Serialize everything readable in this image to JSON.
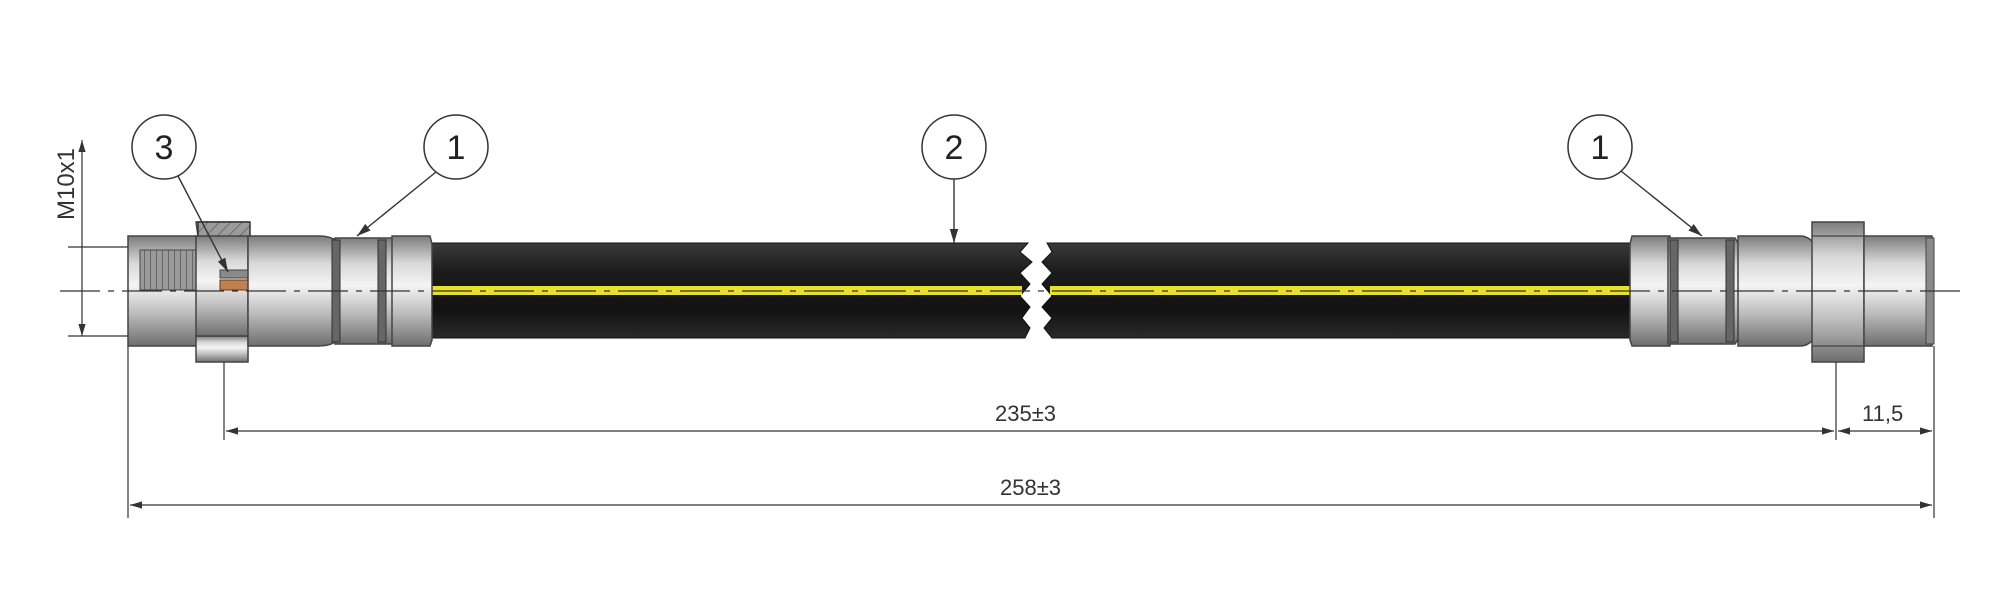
{
  "callouts": [
    {
      "number": "3",
      "target": "sealing-ring"
    },
    {
      "number": "1",
      "target": "left-crimp-ferrule"
    },
    {
      "number": "2",
      "target": "brake-hose"
    },
    {
      "number": "1",
      "target": "right-crimp-ferrule"
    }
  ],
  "dimensions": {
    "thread": "M10x1",
    "length_inner": "235±3",
    "length_end": "11,5",
    "length_total": "258±3"
  },
  "colors": {
    "hose": "#1a1a1a",
    "stripe": "#e8e02a",
    "metal_light": "#e6e6e6",
    "metal_mid": "#b9b9b9",
    "metal_dark": "#7d7d7d",
    "seal": "#c08050",
    "line": "#333333"
  }
}
